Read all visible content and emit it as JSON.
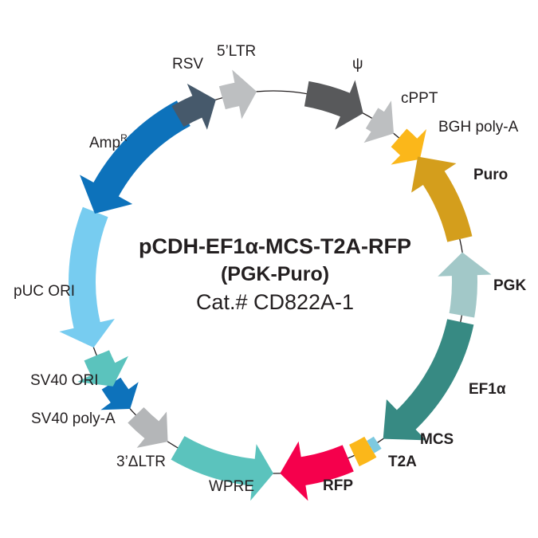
{
  "title": {
    "line1": "pCDH-EF1α-MCS-T2A-RFP",
    "line2": "(PGK-Puro)",
    "line3": "Cat.# CD822A-1"
  },
  "features": [
    {
      "id": "five-ltr",
      "label": "5’LTR",
      "color": "#bdbfc1",
      "bold": false
    },
    {
      "id": "psi",
      "label": "ψ",
      "color": "#58595b",
      "bold": false
    },
    {
      "id": "cppt",
      "label": "cPPT",
      "color": "#bdbfc1",
      "bold": false
    },
    {
      "id": "bgh-polya",
      "label": "BGH poly-A",
      "color": "#fbb71a",
      "bold": false
    },
    {
      "id": "puro",
      "label": "Puro",
      "color": "#d49e1c",
      "bold": true
    },
    {
      "id": "pgk",
      "label": "PGK",
      "color": "#a2c8c8",
      "bold": true
    },
    {
      "id": "ef1a",
      "label": "EF1α",
      "color": "#378a83",
      "bold": true
    },
    {
      "id": "mcs",
      "label": "MCS",
      "color": "#fbb71a",
      "bold": true
    },
    {
      "id": "t2a",
      "label": "T2A",
      "color": "#7dc9e0",
      "bold": true
    },
    {
      "id": "rfp",
      "label": "RFP",
      "color": "#f5004c",
      "bold": true
    },
    {
      "id": "wpre",
      "label": "WPRE",
      "color": "#5bc3bd",
      "bold": false
    },
    {
      "id": "three-dltr",
      "label": "3’ΔLTR",
      "color": "#b4b6b8",
      "bold": false
    },
    {
      "id": "sv40-polya",
      "label": "SV40 poly-A",
      "color": "#0d72bb",
      "bold": false
    },
    {
      "id": "sv40-ori",
      "label": "SV40 ORI",
      "color": "#5bc3bd",
      "bold": false
    },
    {
      "id": "puc-ori",
      "label": "pUC ORI",
      "color": "#77ccf0",
      "bold": false
    },
    {
      "id": "amp",
      "label": "Amp",
      "sup": "R",
      "color": "#0d72bb",
      "bold": false
    },
    {
      "id": "rsv",
      "label": "RSV",
      "color": "#46596b",
      "bold": false
    }
  ]
}
